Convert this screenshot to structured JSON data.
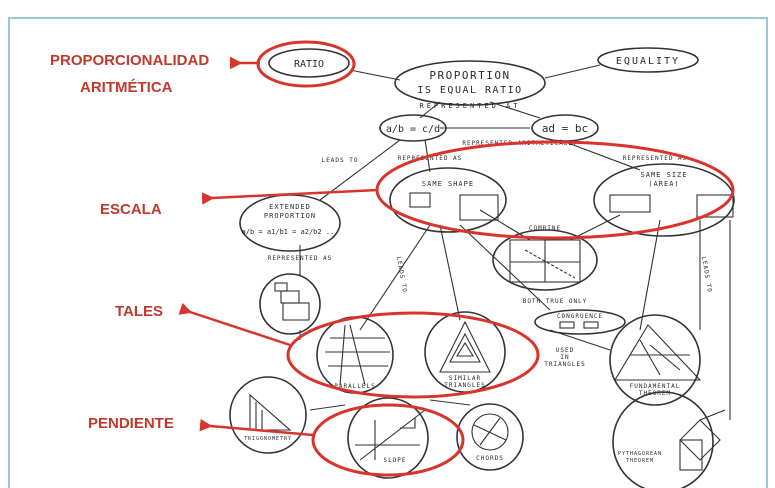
{
  "annotations": {
    "proporcionalidad_line1": "PROPORCIONALIDAD",
    "proporcionalidad_line2": "ARITMÉTICA",
    "escala": "ESCALA",
    "tales": "TALES",
    "pendiente": "PENDIENTE"
  },
  "nodes": {
    "ratio": "RATIO",
    "equality": "EQUALITY",
    "proportion_line1": "PROPORTION",
    "proportion_line2": "IS EQUAL RATIO",
    "represented_at": "REPRESENTED AT",
    "frac_eq": "a/b = c/d",
    "adbc": "ad = bc",
    "represented_arith": "REPRESENTED ARITMETICALLY",
    "leads_to": "LEADS TO",
    "represented_as_1": "REPRESENTED AS",
    "represented_as_2": "REPRESENTED AS",
    "same_shape": "SAME SHAPE",
    "same_size_line1": "SAME SIZE",
    "same_size_line2": "(AREA)",
    "extended_line1": "EXTENDED",
    "extended_line2": "PROPORTION",
    "extended_formula": "a/b = a1/b1 = a2/b2 ...",
    "combine": "COMBINE",
    "represented_3": "REPRESENTED AS",
    "leads_to_2": "LEADS TO",
    "leads_to_3": "LEADS TO",
    "both_true": "BOTH TRUE ONLY",
    "congruence": "CONGRUENCE",
    "parallels": "PARALLELS",
    "similar_triangles_line1": "SIMILAR",
    "similar_triangles_line2": "TRIANGLES",
    "used_in_line1": "USED",
    "used_in_line2": "IN",
    "used_in_line3": "TRIANGLES",
    "fundamental_line1": "FUNDAMENTAL",
    "fundamental_line2": "THEOREM",
    "slope": "SLOPE",
    "chords": "CHORDS",
    "pythagorean_line1": "PYTHAGOREAN",
    "pythagorean_line2": "THEOREM",
    "trig_label": "TRIGONOMETRY"
  },
  "colors": {
    "annotation": "#c0392b",
    "highlight": "#d9342b",
    "ink": "#333333",
    "border": "#9bc7d6"
  }
}
